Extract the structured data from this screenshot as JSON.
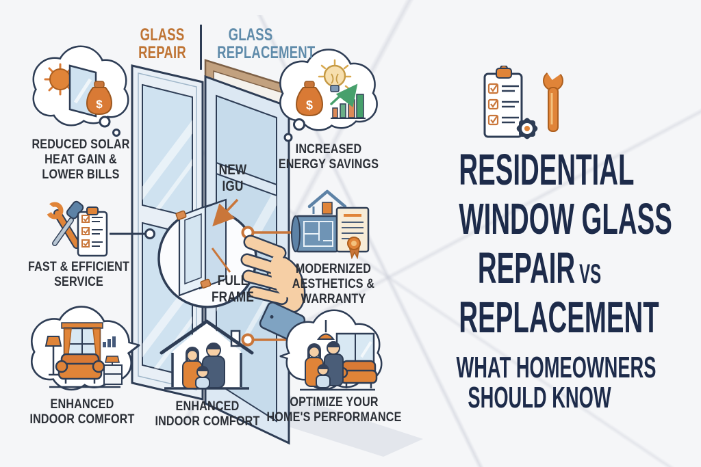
{
  "comparison": {
    "repair_label": {
      "line1": "GLASS",
      "line2": "REPAIR"
    },
    "replacement_label": {
      "line1": "GLASS",
      "line2": "REPLACEMENT"
    }
  },
  "window_callouts": {
    "new_igu": {
      "line1": "NEW",
      "line2": "IGU"
    },
    "full_frame": {
      "line1": "FULL",
      "line2": "FRAME"
    }
  },
  "benefits": {
    "reduced_solar": {
      "line1": "REDUCED SOLAR",
      "line2": "HEAT GAIN &",
      "line3": "LOWER BILLS"
    },
    "fast_service": {
      "line1": "FAST & EFFICIENT",
      "line2": "SERVICE"
    },
    "comfort_left": {
      "line1": "ENHANCED",
      "line2": "INDOOR COMFORT"
    },
    "energy_savings": {
      "line1": "INCREASED",
      "line2": "ENERGY SAVINGS"
    },
    "modernized": {
      "line1": "MODERNIZED",
      "line2": "AESTHETICS &",
      "line3": "WARRANTY"
    },
    "comfort_center": {
      "line1": "ENHANCED",
      "line2": "INDOOR COMFORT"
    },
    "optimize": {
      "line1": "OPTIMIZE YOUR",
      "line2": "HOME'S PERFORMANCE"
    }
  },
  "title": {
    "line1": "RESIDENTIAL",
    "line2": "WINDOW GLASS",
    "line3_main": "REPAIR",
    "line3_vs": "VS",
    "line4": "REPLACEMENT"
  },
  "subtitle": {
    "line1": "WHAT HOMEOWNERS",
    "line2": "SHOULD KNOW"
  },
  "money_symbol": "$",
  "icons": {
    "solar_savings": "sun-window-moneybag-icon",
    "fast_service": "wrench-screwdriver-checklist-icon",
    "comfort_left": "living-room-icon",
    "energy_savings": "moneybag-lightbulb-growth-chart-icon",
    "modernized": "blueprint-certificate-house-icon",
    "comfort_center": "family-in-house-icon",
    "optimize": "family-living-room-icon",
    "header_badge": "checklist-wrench-gear-icon",
    "magnifier": "magnified-igu-callout",
    "hand": "hand-holding-window-frame"
  },
  "colors": {
    "accent_orange": "#cf7a3a",
    "steel_blue": "#5f8baa",
    "navy": "#1d2b4a",
    "outline_navy": "#2e3d55",
    "green": "#47a06c",
    "tan": "#c2a17f",
    "glass_blue": "#cfe2f0",
    "background": "#f5f6f8",
    "label_dark": "#2b2f36"
  }
}
